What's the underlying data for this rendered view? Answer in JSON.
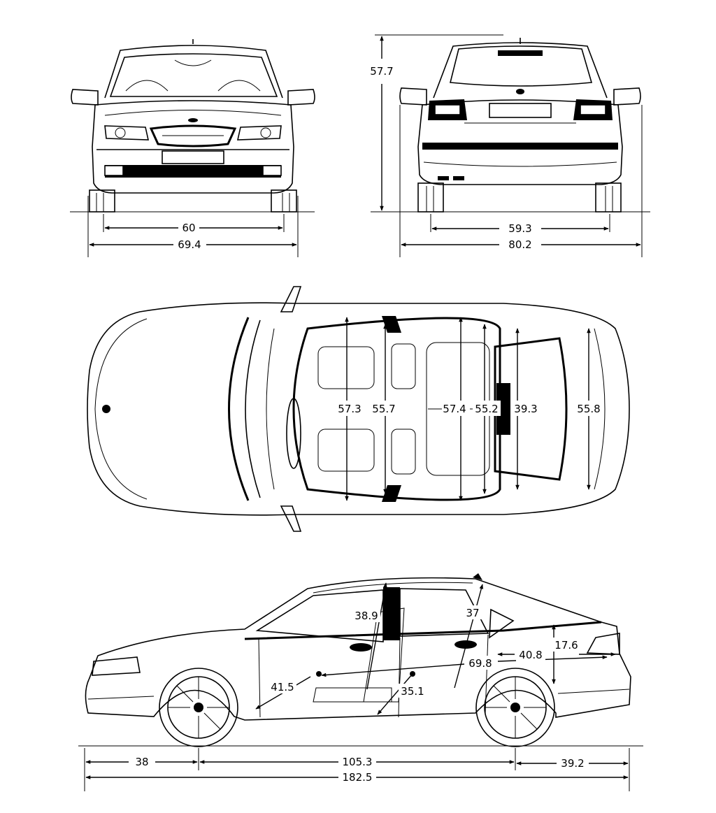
{
  "colors": {
    "line": "#000000",
    "background": "#ffffff"
  },
  "front_view": {
    "track_label": "60",
    "width_label": "69.4"
  },
  "rear_view": {
    "height_label": "57.7",
    "track_label": "59.3",
    "width_mirrors_label": "80.2"
  },
  "top_view": {
    "front_shoulder_label": "57.3",
    "front_hip_label": "55.7",
    "rear_shoulder_label": "57.4",
    "rear_hip_label": "55.2",
    "trunk_opening_label": "39.3",
    "trunk_width_label": "55.8"
  },
  "side_view": {
    "front_headroom_label": "38.9",
    "rear_headroom_label": "37",
    "trunk_height_label": "17.6",
    "trunk_length_label": "40.8",
    "cargo_length_label": "69.8",
    "front_legroom_label": "41.5",
    "rear_legroom_label": "35.1",
    "front_overhang_label": "38",
    "wheelbase_label": "105.3",
    "rear_overhang_label": "39.2",
    "overall_length_label": "182.5"
  }
}
